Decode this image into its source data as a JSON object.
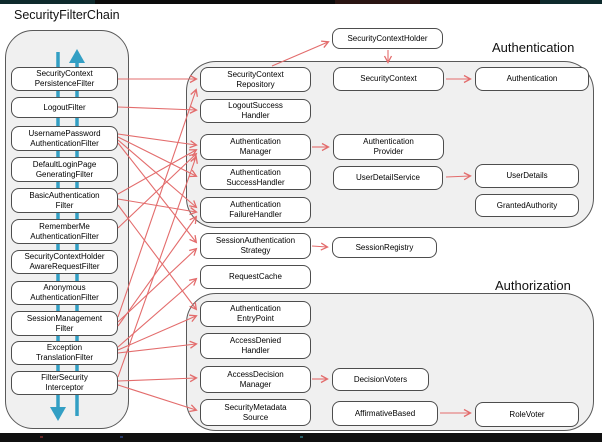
{
  "title": "SecurityFilterChain",
  "regions": {
    "authentication": {
      "label": "Authentication"
    },
    "authorization": {
      "label": "Authorization"
    }
  },
  "nodes": {
    "securityContextPersistenceFilter": "SecurityContext\nPersistenceFilter",
    "logoutFilter": "LogoutFilter",
    "usernamePasswordAuthenticationFilter": "UsernamePassword\nAuthenticationFilter",
    "defaultLoginPageGeneratingFilter": "DefaultLoginPage\nGeneratingFilter",
    "basicAuthenticationFilter": "BasicAuthentication\nFilter",
    "rememberMeAuthenticationFilter": "RememberMe\nAuthenticationFilter",
    "securityContextHolderAwareRequestFilter": "SecurityContextHolder\nAwareRequestFilter",
    "anonymousAuthenticationFilter": "Anonymous\nAuthenticationFilter",
    "sessionManagementFilter": "SessionManagement\nFilter",
    "exceptionTranslationFilter": "Exception\nTranslationFilter",
    "filterSecurityInterceptor": "FilterSecurity\nInterceptor",
    "securityContextHolder": "SecurityContextHolder",
    "securityContextRepository": "SecurityContext\nRepository",
    "logoutSuccessHandler": "LogoutSuccess\nHandler",
    "authenticationManager": "Authentication\nManager",
    "authenticationSuccessHandler": "Authentication\nSuccessHandler",
    "authenticationFailureHandler": "Authentication\nFailureHandler",
    "securityContext": "SecurityContext",
    "authenticationProvider": "Authentication\nProvider",
    "userDetailService": "UserDetailService",
    "authentication": "Authentication",
    "userDetails": "UserDetails",
    "grantedAuthority": "GrantedAuthority",
    "sessionAuthenticationStrategy": "SessionAuthentication\nStrategy",
    "sessionRegistry": "SessionRegistry",
    "requestCache": "RequestCache",
    "authenticationEntryPoint": "Authentication\nEntryPoint",
    "accessDeniedHandler": "AccessDenied\nHandler",
    "accessDecisionManager": "AccessDecision\nManager",
    "securityMetadataSource": "SecurityMetadata\nSource",
    "decisionVoters": "DecisionVoters",
    "affirmativeBased": "AffirmativeBased",
    "roleVoter": "RoleVoter"
  },
  "connections": [
    {
      "from": "securityContextPersistenceFilter",
      "to": "securityContextRepository"
    },
    {
      "from": "logoutFilter",
      "to": "logoutSuccessHandler"
    },
    {
      "from": "usernamePasswordAuthenticationFilter",
      "to": "authenticationManager"
    },
    {
      "from": "usernamePasswordAuthenticationFilter",
      "to": "authenticationSuccessHandler"
    },
    {
      "from": "usernamePasswordAuthenticationFilter",
      "to": "authenticationFailureHandler"
    },
    {
      "from": "usernamePasswordAuthenticationFilter",
      "to": "sessionAuthenticationStrategy"
    },
    {
      "from": "basicAuthenticationFilter",
      "to": "authenticationManager"
    },
    {
      "from": "basicAuthenticationFilter",
      "to": "authenticationFailureHandler"
    },
    {
      "from": "basicAuthenticationFilter",
      "to": "authenticationEntryPoint"
    },
    {
      "from": "rememberMeAuthenticationFilter",
      "to": "authenticationManager"
    },
    {
      "from": "sessionManagementFilter",
      "to": "securityContextRepository"
    },
    {
      "from": "sessionManagementFilter",
      "to": "sessionAuthenticationStrategy"
    },
    {
      "from": "sessionManagementFilter",
      "to": "authenticationFailureHandler"
    },
    {
      "from": "exceptionTranslationFilter",
      "to": "requestCache"
    },
    {
      "from": "exceptionTranslationFilter",
      "to": "authenticationEntryPoint"
    },
    {
      "from": "exceptionTranslationFilter",
      "to": "accessDeniedHandler"
    },
    {
      "from": "filterSecurityInterceptor",
      "to": "authenticationManager"
    },
    {
      "from": "filterSecurityInterceptor",
      "to": "accessDecisionManager"
    },
    {
      "from": "filterSecurityInterceptor",
      "to": "securityMetadataSource"
    },
    {
      "from": "securityContextRepository",
      "to": "securityContextHolder"
    },
    {
      "from": "securityContextHolder",
      "to": "securityContext"
    },
    {
      "from": "securityContext",
      "to": "authentication"
    },
    {
      "from": "authenticationManager",
      "to": "authenticationProvider"
    },
    {
      "from": "userDetailService",
      "to": "userDetails"
    },
    {
      "from": "sessionAuthenticationStrategy",
      "to": "sessionRegistry"
    },
    {
      "from": "accessDecisionManager",
      "to": "decisionVoters"
    },
    {
      "from": "affirmativeBased",
      "to": "roleVoter"
    }
  ],
  "colors": {
    "arrow_red": "#e36c6c",
    "flow_teal": "#339fc4",
    "box_border": "#4d4d4d",
    "container_fill": "#f0f0f0"
  }
}
